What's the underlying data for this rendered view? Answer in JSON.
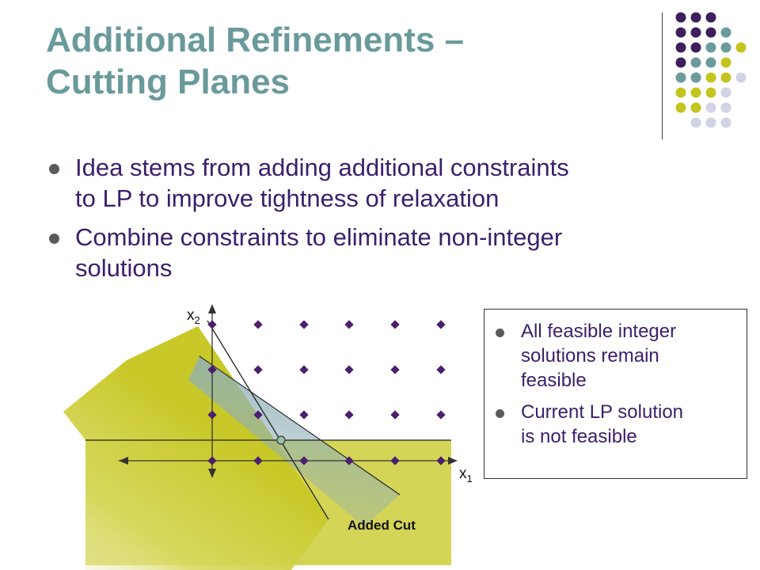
{
  "title": {
    "line1": "Additional Refinements –",
    "line2": "Cutting Planes"
  },
  "bullets": [
    {
      "line1": "Idea stems from adding additional constraints",
      "line2": "to LP to improve tightness of relaxation"
    },
    {
      "line1": "Combine constraints to eliminate non-integer",
      "line2": "solutions"
    }
  ],
  "diagram": {
    "x_axis_label": "x",
    "x_axis_subscript": "1",
    "y_axis_label": "x",
    "y_axis_subscript": "2",
    "cut_label": "Added Cut"
  },
  "note": {
    "items": [
      {
        "line1": "All feasible integer",
        "line2": "solutions remain",
        "line3": "feasible"
      },
      {
        "line1": "Current LP solution",
        "line2": "is not feasible"
      }
    ]
  },
  "colors": {
    "title": "#6a9a9b",
    "text": "#3b1f6b",
    "lattice_point": "#4b1f6e",
    "lp_region": "#c8c828",
    "cut_region": "#8fb0b8",
    "dot_purple": "#3d1f61",
    "dot_teal": "#6b9b9c",
    "dot_yellow": "#c4c41e",
    "dot_lavender": "#d3d3e6"
  }
}
